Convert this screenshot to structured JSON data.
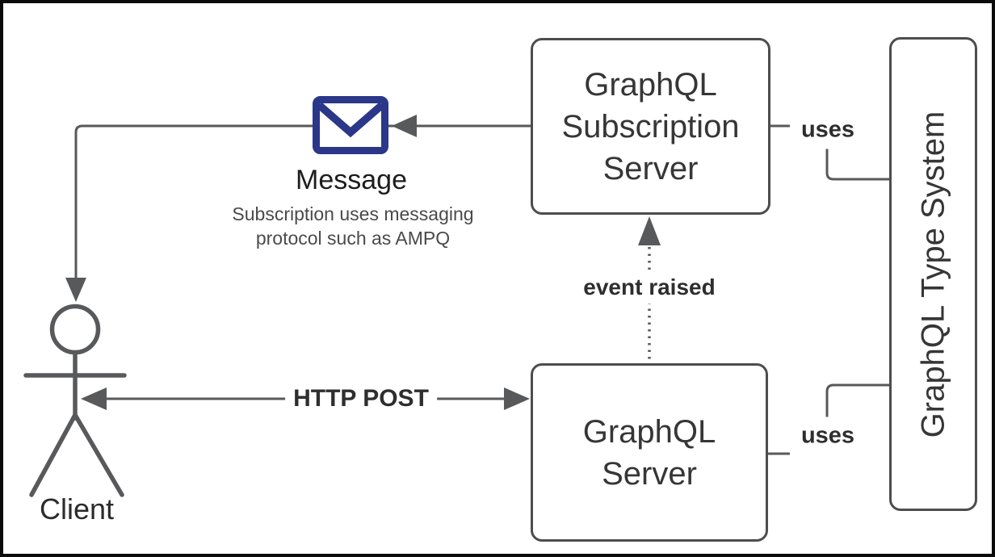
{
  "diagram": {
    "nodes": {
      "subscription_server": {
        "label": "GraphQL Subscription Server"
      },
      "graphql_server": {
        "label": "GraphQL Server"
      },
      "type_system": {
        "label": "GraphQL Type System"
      },
      "client": {
        "label": "Client"
      },
      "message": {
        "label": "Message",
        "description": "Subscription uses messaging protocol such as AMPQ"
      }
    },
    "edges": {
      "http_post": {
        "label": "HTTP POST"
      },
      "event_raised": {
        "label": "event raised"
      },
      "uses_top": {
        "label": "uses"
      },
      "uses_bottom": {
        "label": "uses"
      }
    },
    "icons": {
      "message": "envelope-icon",
      "client": "actor-icon"
    },
    "colors": {
      "line": "#58595b",
      "box_border": "#4d4d4d",
      "envelope": "#2b3788",
      "node_text": "#363636",
      "annotation_text": "#2e2e2e",
      "description_text": "#4a4a4a",
      "outer_border": "#0b0b0b"
    }
  }
}
